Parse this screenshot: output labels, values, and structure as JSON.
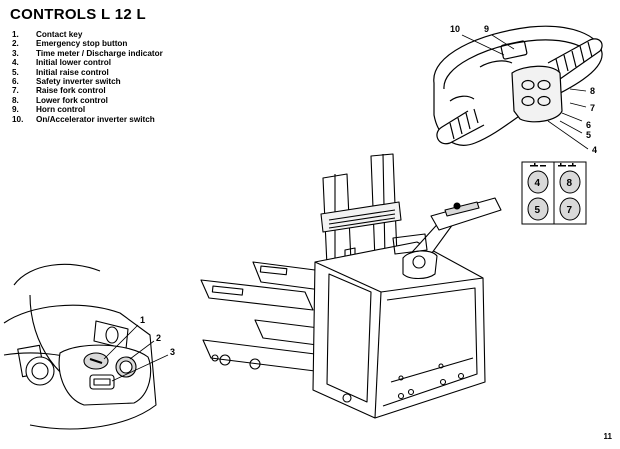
{
  "title": "CONTROLS L 12 L",
  "legend": [
    {
      "num": "1.",
      "label": "Contact key"
    },
    {
      "num": "2.",
      "label": "Emergency stop button"
    },
    {
      "num": "3.",
      "label": "Time meter / Discharge indicator"
    },
    {
      "num": "4.",
      "label": "Initial lower control"
    },
    {
      "num": "5.",
      "label": "Initial raise control"
    },
    {
      "num": "6.",
      "label": "Safety inverter switch"
    },
    {
      "num": "7.",
      "label": "Raise fork control"
    },
    {
      "num": "8.",
      "label": "Lower fork control"
    },
    {
      "num": "9.",
      "label": "Horn control"
    },
    {
      "num": "10.",
      "label": "On/Accelerator inverter switch"
    }
  ],
  "callouts": {
    "c1": "1",
    "c2": "2",
    "c3": "3",
    "c4": "4",
    "c5": "5",
    "c6": "6",
    "c7": "7",
    "c8": "8",
    "c9": "9",
    "c10": "10"
  },
  "panel": {
    "k4": "4",
    "k5": "5",
    "k7": "7",
    "k8": "8"
  },
  "page_number": "11"
}
